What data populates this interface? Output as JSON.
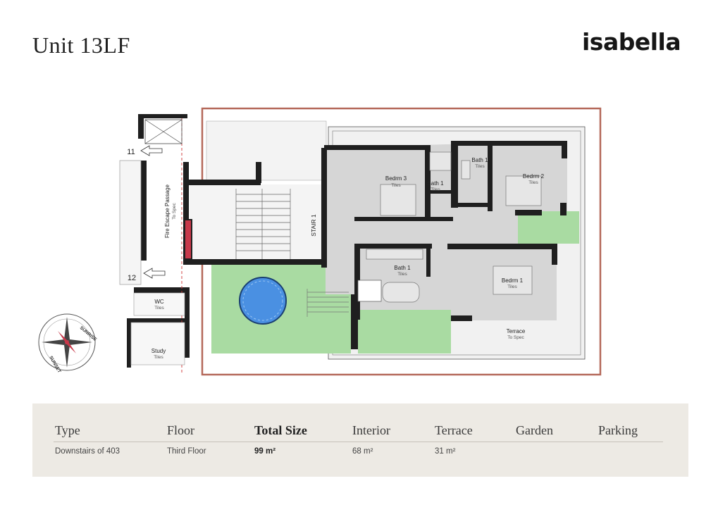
{
  "header": {
    "unit_title": "Unit 13LF",
    "brand": "isabella"
  },
  "plan": {
    "rooms": {
      "bedroom3": {
        "name": "Bedrm 3",
        "finish": "Tiles"
      },
      "bath1_top": {
        "name": "Bath 1",
        "finish": "Tiles"
      },
      "bath1_small": {
        "name": "Bath 1",
        "finish": "Tiles"
      },
      "bedroom2": {
        "name": "Bedrm 2",
        "finish": "Tiles"
      },
      "bath1_center": {
        "name": "Bath 1",
        "finish": "Tiles"
      },
      "bedroom1": {
        "name": "Bedrm 1",
        "finish": "Tiles"
      },
      "terrace": {
        "name": "Terrace",
        "finish": "To Spec"
      },
      "wc": {
        "name": "WC",
        "finish": "Tiles"
      },
      "study": {
        "name": "Study",
        "finish": "Tiles"
      }
    },
    "stair_label": "STAIR 1",
    "passage": {
      "name": "Fire Escape Passage",
      "finish": "To Spec"
    },
    "unit_numbers": [
      "11",
      "12"
    ],
    "compass": {
      "sunrise": "SUNRISE",
      "sunset": "SUNSET"
    },
    "colors": {
      "garden": "#a9dba2",
      "pool": "#4a90e2",
      "boundary": "#b5695a",
      "floor": "#d9d9d9",
      "wall": "#1f1f1f"
    }
  },
  "table": {
    "headers": [
      "Type",
      "Floor",
      "Total Size",
      "Interior",
      "Terrace",
      "Garden",
      "Parking"
    ],
    "values": [
      "Downstairs of 403",
      "Third Floor",
      "99 m²",
      "68 m²",
      "31 m²",
      "",
      ""
    ]
  }
}
